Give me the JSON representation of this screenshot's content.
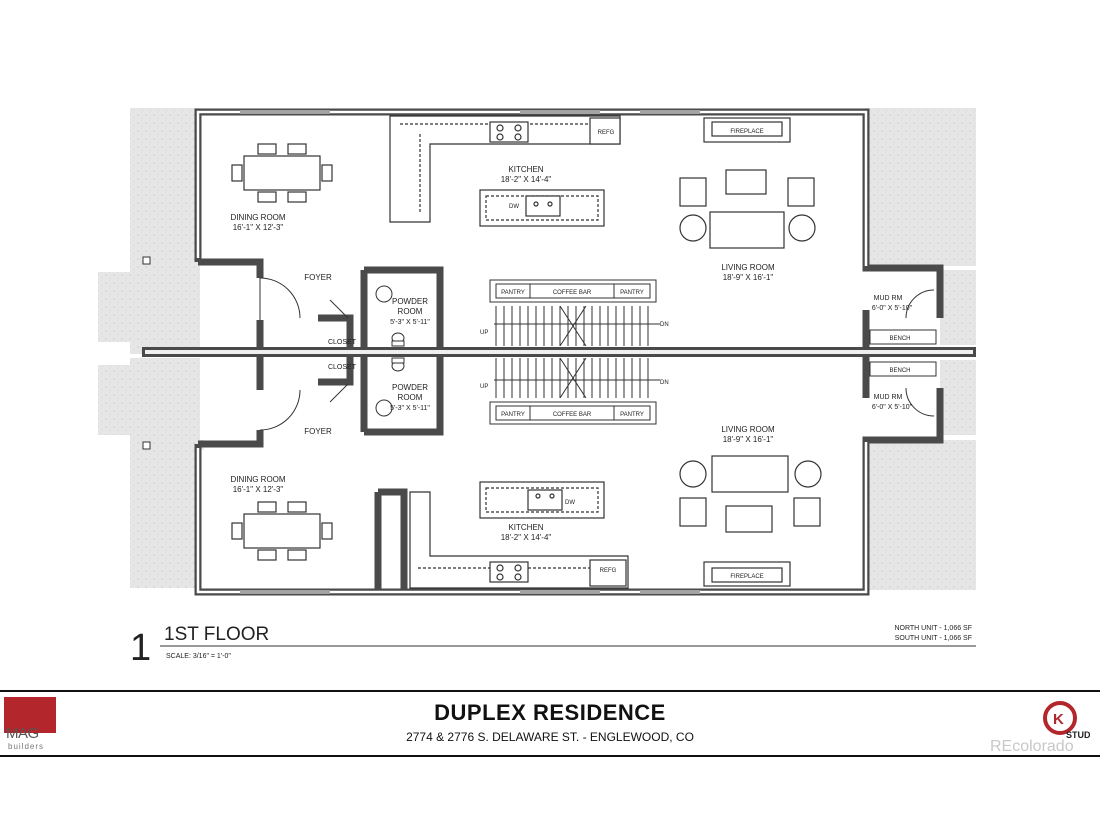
{
  "north_unit": {
    "dining": {
      "name": "DINING ROOM",
      "dims": "16'-1\" X 12'-3\""
    },
    "kitchen": {
      "name": "KITCHEN",
      "dims": "18'-2\" X 14'-4\""
    },
    "living": {
      "name": "LIVING ROOM",
      "dims": "18'-9\" X 16'-1\""
    },
    "foyer": "FOYER",
    "powder": {
      "name1": "POWDER",
      "name2": "ROOM",
      "dims": "5'-3\" X 5'-11\""
    },
    "closet": "CLOSET",
    "mudroom": {
      "name": "MUD RM",
      "dims": "6'-0\" X 5'-10\""
    },
    "bench": "BENCH",
    "fireplace": "FIREPLACE",
    "refg": "REFG",
    "dw": "DW",
    "pantry": "PANTRY",
    "coffee_bar": "COFFEE BAR",
    "up": "UP",
    "dn": "DN"
  },
  "south_unit": {
    "dining": {
      "name": "DINING ROOM",
      "dims": "16'-1\" X 12'-3\""
    },
    "kitchen": {
      "name": "KITCHEN",
      "dims": "18'-2\" X 14'-4\""
    },
    "living": {
      "name": "LIVING ROOM",
      "dims": "18'-9\" X 16'-1\""
    },
    "foyer": "FOYER",
    "powder": {
      "name1": "POWDER",
      "name2": "ROOM",
      "dims": "5'-3\" X 5'-11\""
    },
    "closet": "CLOSET",
    "mudroom": {
      "name": "MUD RM",
      "dims": "6'-0\" X 5'-10\""
    },
    "bench": "BENCH",
    "fireplace": "FIREPLACE",
    "refg": "REFG",
    "dw": "DW",
    "pantry": "PANTRY",
    "coffee_bar": "COFFEE BAR",
    "up": "UP",
    "dn": "DN"
  },
  "drawing": {
    "number": "1",
    "title": "1ST FLOOR",
    "scale": "SCALE:  3/16\" = 1'-0\"",
    "north_area": "NORTH UNIT - 1,066 SF",
    "south_area": "SOUTH UNIT - 1,066 SF"
  },
  "title_block": {
    "project": "DUPLEX RESIDENCE",
    "address": "2774 & 2776 S. DELAWARE ST. - ENGLEWOOD, CO",
    "mag_logo": "MAG",
    "mag_sub": "builders",
    "studio_logo": "STUDIO",
    "watermark": "REcolorado"
  },
  "colors": {
    "wall": "#4a4a4a",
    "landscape": "#e4e4e4",
    "brand": "#b3262b"
  }
}
